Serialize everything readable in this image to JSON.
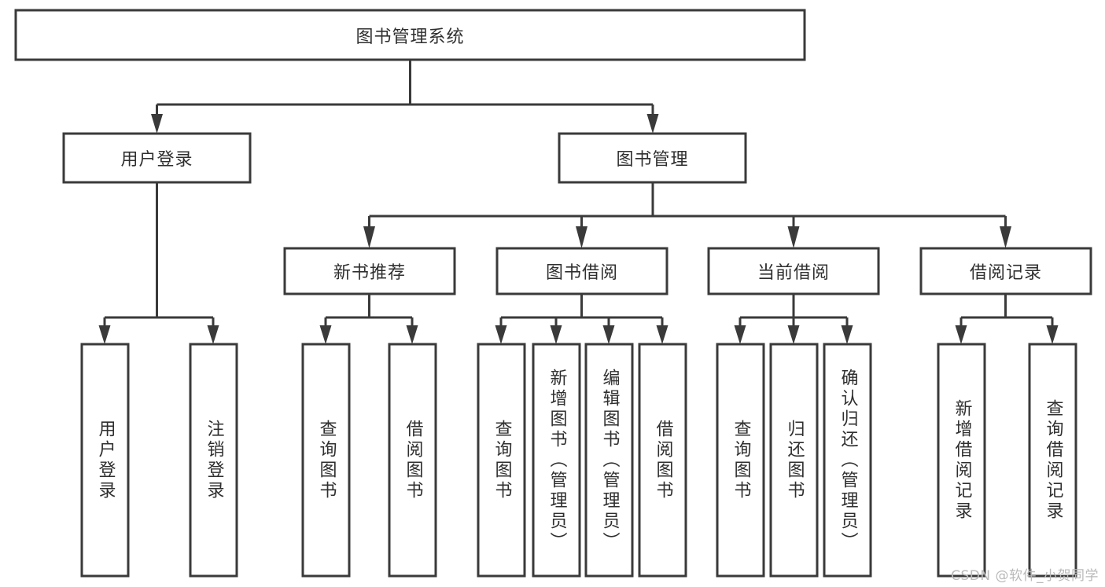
{
  "diagram": {
    "title": "图书管理系统",
    "type": "tree-hierarchy-chart",
    "watermark": "CSDN @软件_小贺同学",
    "colors": {
      "stroke": "#3a3a3a",
      "node_fill": "#ffffff",
      "text": "#2f2f2f",
      "background": "#ffffff",
      "watermark": "#b9b9b9"
    },
    "nodes": {
      "root": {
        "label": "图书管理系统"
      },
      "level2": [
        {
          "id": "user-login",
          "label": "用户登录"
        },
        {
          "id": "book-management",
          "label": "图书管理"
        }
      ],
      "level3": [
        {
          "id": "new-book-recommend",
          "label": "新书推荐"
        },
        {
          "id": "book-borrow",
          "label": "图书借阅"
        },
        {
          "id": "current-borrow",
          "label": "当前借阅"
        },
        {
          "id": "borrow-record",
          "label": "借阅记录"
        }
      ],
      "leaves": {
        "user-login": [
          {
            "id": "leaf-user-login",
            "label": "用户登录"
          },
          {
            "id": "leaf-logout-login",
            "label": "注销登录"
          }
        ],
        "new-book-recommend": [
          {
            "id": "leaf-query-book-1",
            "label": "查询图书"
          },
          {
            "id": "leaf-borrow-book-1",
            "label": "借阅图书"
          }
        ],
        "book-borrow": [
          {
            "id": "leaf-query-book-2",
            "label": "查询图书"
          },
          {
            "id": "leaf-add-book",
            "label": "新增图书（管理员）"
          },
          {
            "id": "leaf-edit-book",
            "label": "编辑图书（管理员）"
          },
          {
            "id": "leaf-borrow-book-2",
            "label": "借阅图书"
          }
        ],
        "current-borrow": [
          {
            "id": "leaf-query-book-3",
            "label": "查询图书"
          },
          {
            "id": "leaf-return-book",
            "label": "归还图书"
          },
          {
            "id": "leaf-confirm-return",
            "label": "确认归还（管理员）"
          }
        ],
        "borrow-record": [
          {
            "id": "leaf-add-record",
            "label": "新增借阅记录"
          },
          {
            "id": "leaf-query-record",
            "label": "查询借阅记录"
          }
        ]
      }
    }
  }
}
